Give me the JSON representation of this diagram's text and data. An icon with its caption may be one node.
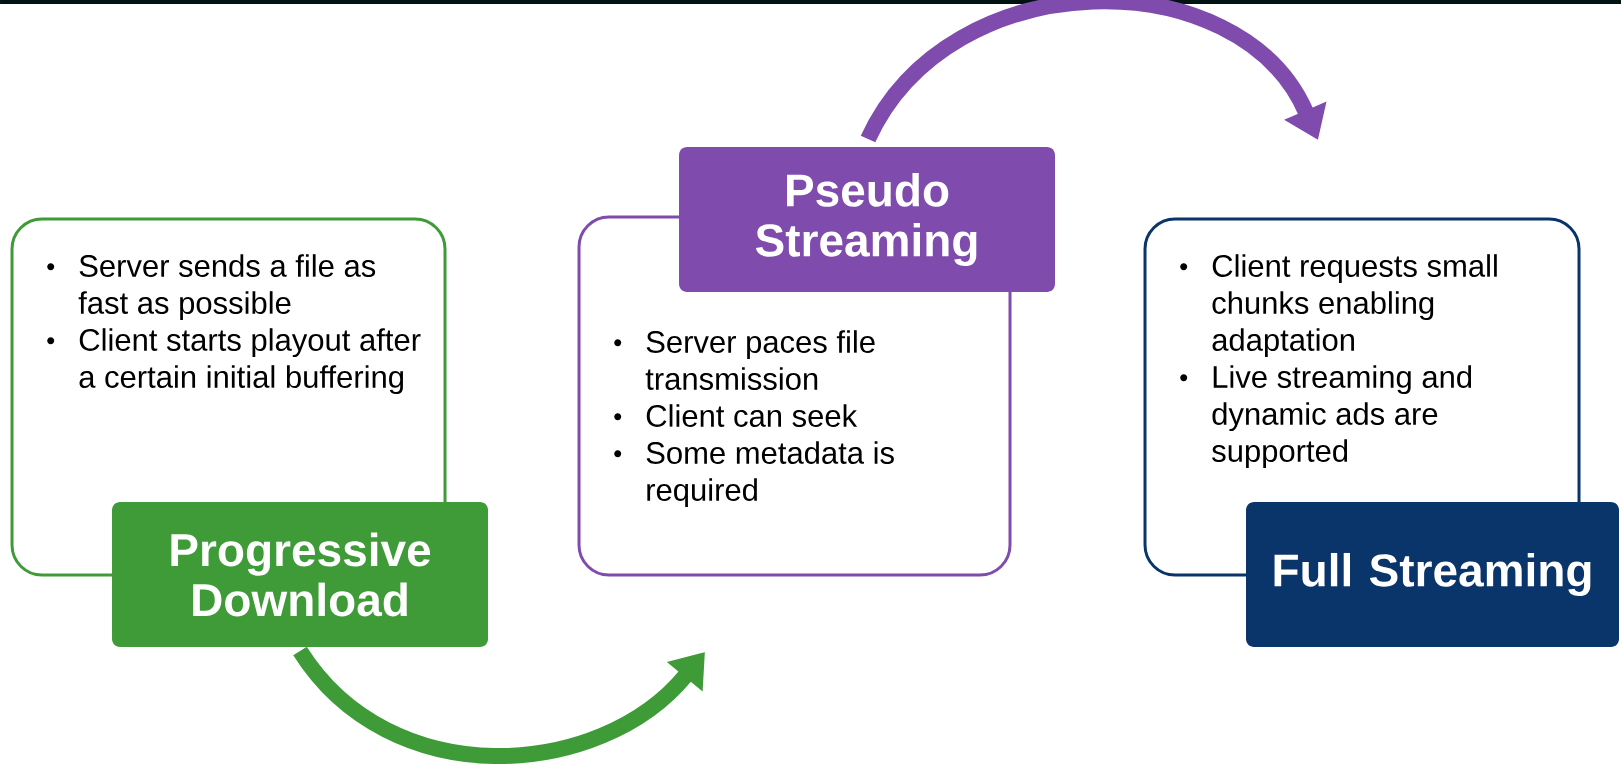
{
  "diagram": {
    "nodes": [
      {
        "text": [
          "Server sends a file as fast as possible",
          "Client starts playout after a certain initial buffering"
        ]
      },
      {
        "text": [
          "Progressive Download"
        ]
      },
      {
        "text": [
          "Pseudo Streaming"
        ]
      },
      {
        "text": [
          "Server paces file transmission",
          "Client can seek",
          "Some metadata is required"
        ]
      },
      {
        "text": [
          "Client requests small chunks enabling adaptation",
          "Live streaming and dynamic ads are supported"
        ]
      },
      {
        "text": [
          "Full Streaming"
        ]
      }
    ],
    "edges": [
      {
        "from": 1,
        "to": 3,
        "arrow": "to",
        "color": "#3e9b37"
      },
      {
        "from": 2,
        "to": 4,
        "arrow": "to",
        "color": "#7f4cae"
      }
    ]
  }
}
